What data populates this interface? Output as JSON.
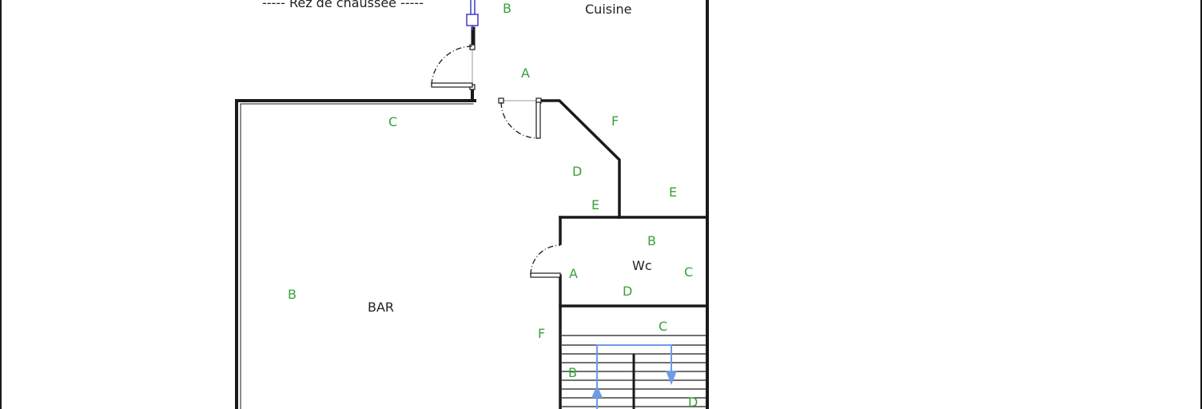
{
  "floor_title": "----- Rez de chaussée -----",
  "rooms": {
    "kitchen": "Cuisine",
    "bar": "BAR",
    "wc": "Wc"
  },
  "zone_labels": {
    "kitchen_b": "B",
    "kitchen_a": "A",
    "bar_c": "C",
    "hall_f": "F",
    "hall_d": "D",
    "hall_e_inner": "E",
    "hall_e_outer": "E",
    "wc_b": "B",
    "wc_a": "A",
    "wc_c": "C",
    "wc_d": "D",
    "bar_b": "B",
    "bar_f": "F",
    "stairs_c": "C",
    "stairs_b": "B",
    "stairs_d": "D"
  },
  "colors": {
    "wall": "#1a1a1a",
    "zone_label": "#3aa03a",
    "stair_arrow": "#6f9ae8",
    "pipe": "#3c3cd0"
  }
}
